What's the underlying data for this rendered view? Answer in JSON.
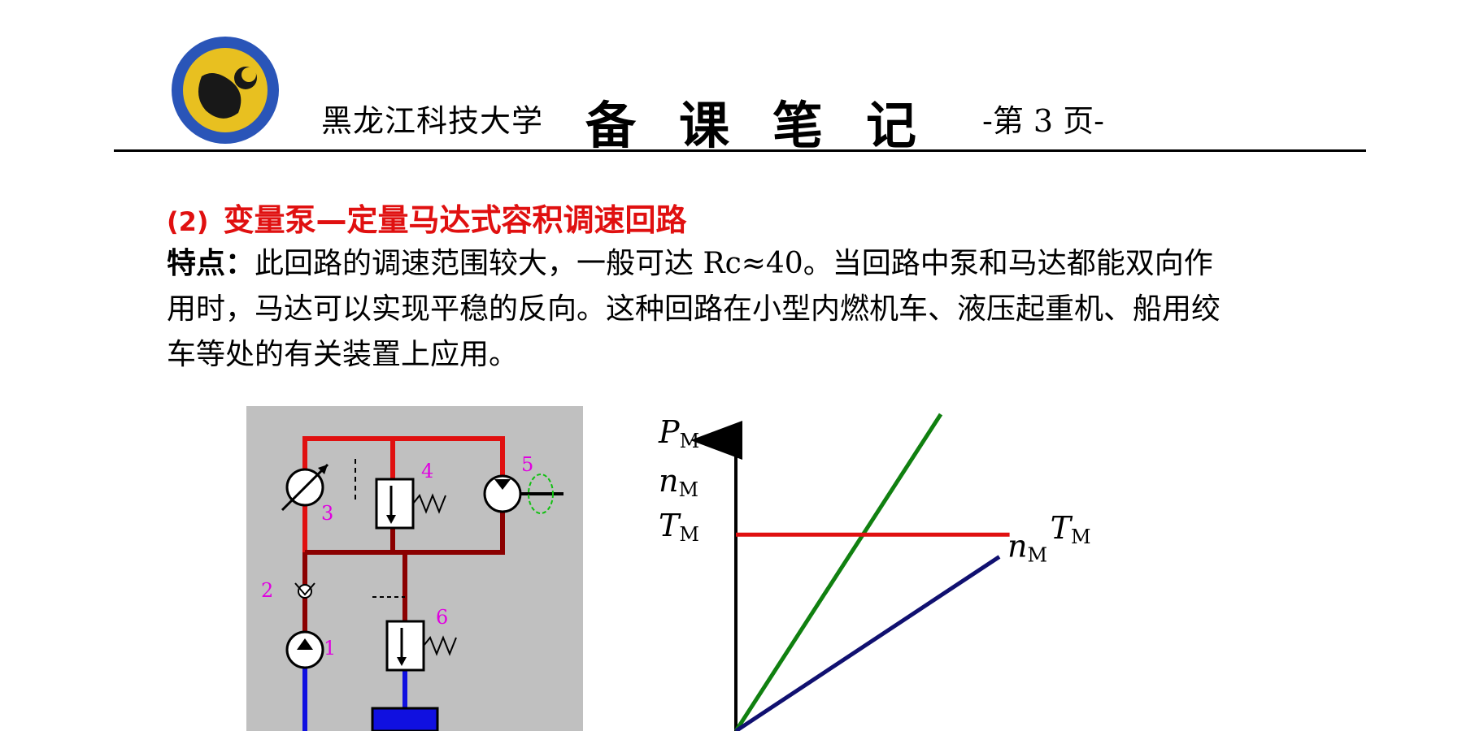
{
  "header": {
    "school": "黑龙江科技大学",
    "title_chars": [
      "备",
      "课",
      "笔",
      "记"
    ],
    "page": "-第 3 页-"
  },
  "section": {
    "number": "(2)",
    "title": "变量泵—定量马达式容积调速回路"
  },
  "paragraph": {
    "label": "特点：",
    "lines": [
      "此回路的调速范围较大，一般可达 Rc≈40。当回路中泵和马达都能双向作",
      "用时，马达可以实现平稳的反向。这种回路在小型内燃机车、液压起重机、船用绞",
      "车等处的有关装置上应用。"
    ]
  },
  "diagram": {
    "labels": [
      "1",
      "2",
      "3",
      "4",
      "5",
      "6"
    ],
    "colors": {
      "background": "#c0c0c0",
      "high_pressure": "#e01010",
      "low_pressure": "#8b0000",
      "suction": "#1010e0",
      "label": "#e000e0"
    }
  },
  "chart_data": {
    "type": "line",
    "ylabels": [
      {
        "main": "P",
        "sub": "M"
      },
      {
        "main": "n",
        "sub": "M"
      },
      {
        "main": "T",
        "sub": "M"
      }
    ],
    "series": [
      {
        "name": "PM",
        "main": "P",
        "sub": "M",
        "color": "#108010",
        "x": [
          0,
          1
        ],
        "y": [
          0,
          1.0
        ]
      },
      {
        "name": "nM",
        "main": "n",
        "sub": "M",
        "color": "#101070",
        "x": [
          0,
          1
        ],
        "y": [
          0,
          0.52
        ]
      },
      {
        "name": "TM",
        "main": "T",
        "sub": "M",
        "color": "#e01010",
        "x": [
          0,
          1
        ],
        "y": [
          0.62,
          0.62
        ]
      }
    ]
  }
}
